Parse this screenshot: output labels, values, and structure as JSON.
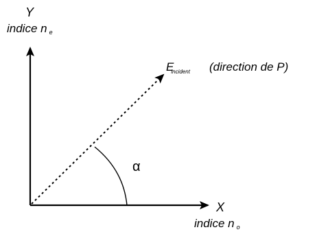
{
  "colors": {
    "background": "#ffffff",
    "ink": "#000000"
  },
  "y_axis": {
    "name": "Y",
    "label_prefix": "indice n",
    "label_sub": "e"
  },
  "x_axis": {
    "name": "X",
    "label_prefix": "indice n",
    "label_sub": "o"
  },
  "vector": {
    "symbol": "E",
    "sub": "incident",
    "note": "(direction de P)",
    "style": "dotted-arrow"
  },
  "angle": {
    "symbol": "α"
  }
}
